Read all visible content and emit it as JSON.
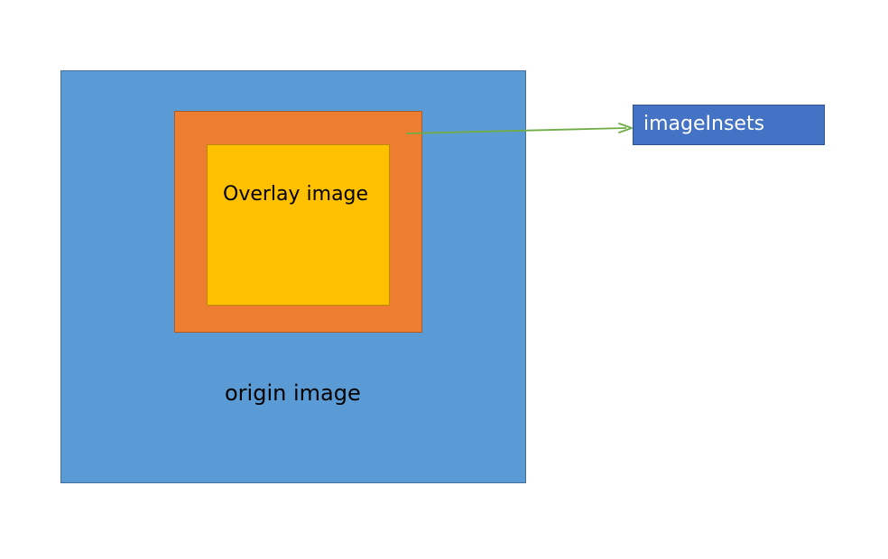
{
  "diagram": {
    "origin": {
      "label": "origin image",
      "fill": "#5b9bd5",
      "border": "#41719c"
    },
    "inset": {
      "fill": "#ed7d31",
      "border": "#ae5a21"
    },
    "overlay": {
      "label": "Overlay image",
      "fill": "#ffc000",
      "border": "#bc8c00"
    },
    "callout": {
      "label": "imageInsets",
      "fill": "#4472c4",
      "border": "#2f528f"
    },
    "connector": {
      "color": "#70ad47",
      "from": "inset",
      "to": "callout"
    }
  }
}
